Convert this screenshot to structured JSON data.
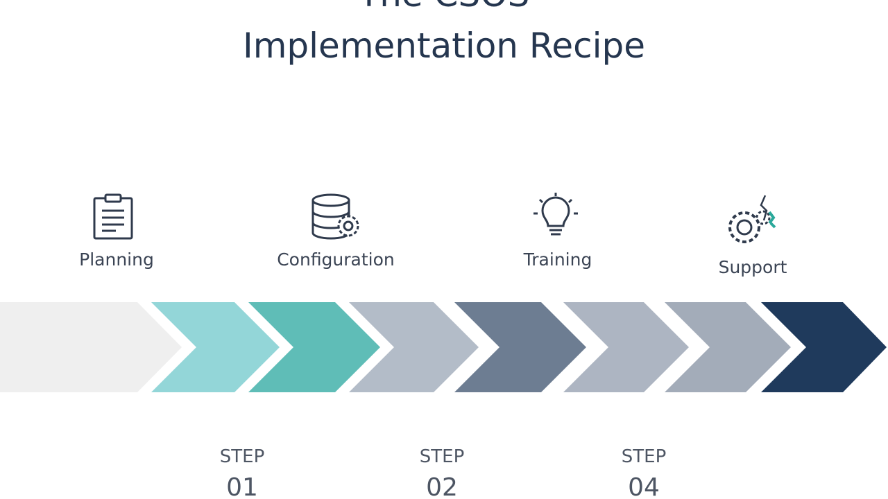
{
  "title": {
    "line1": "The CSOS",
    "line2": "Implementation Recipe"
  },
  "stages": [
    {
      "label": "Planning",
      "icon": "clipboard-icon"
    },
    {
      "label": "Configuration",
      "icon": "database-gear-icon"
    },
    {
      "label": "Training",
      "icon": "lightbulb-icon"
    },
    {
      "label": "Support",
      "icon": "gears-support-icon"
    }
  ],
  "arrow_colors": [
    "#efefef",
    "#93d6d8",
    "#5fbdb7",
    "#b3bcc8",
    "#6d7d92",
    "#adb5c2",
    "#a3acb9",
    "#1f3a5c"
  ],
  "accent_color": "#2aa89a",
  "steps": [
    {
      "word": "STEP",
      "number": "01"
    },
    {
      "word": "STEP",
      "number": "02"
    },
    {
      "word": "STEP",
      "number": "04"
    }
  ]
}
